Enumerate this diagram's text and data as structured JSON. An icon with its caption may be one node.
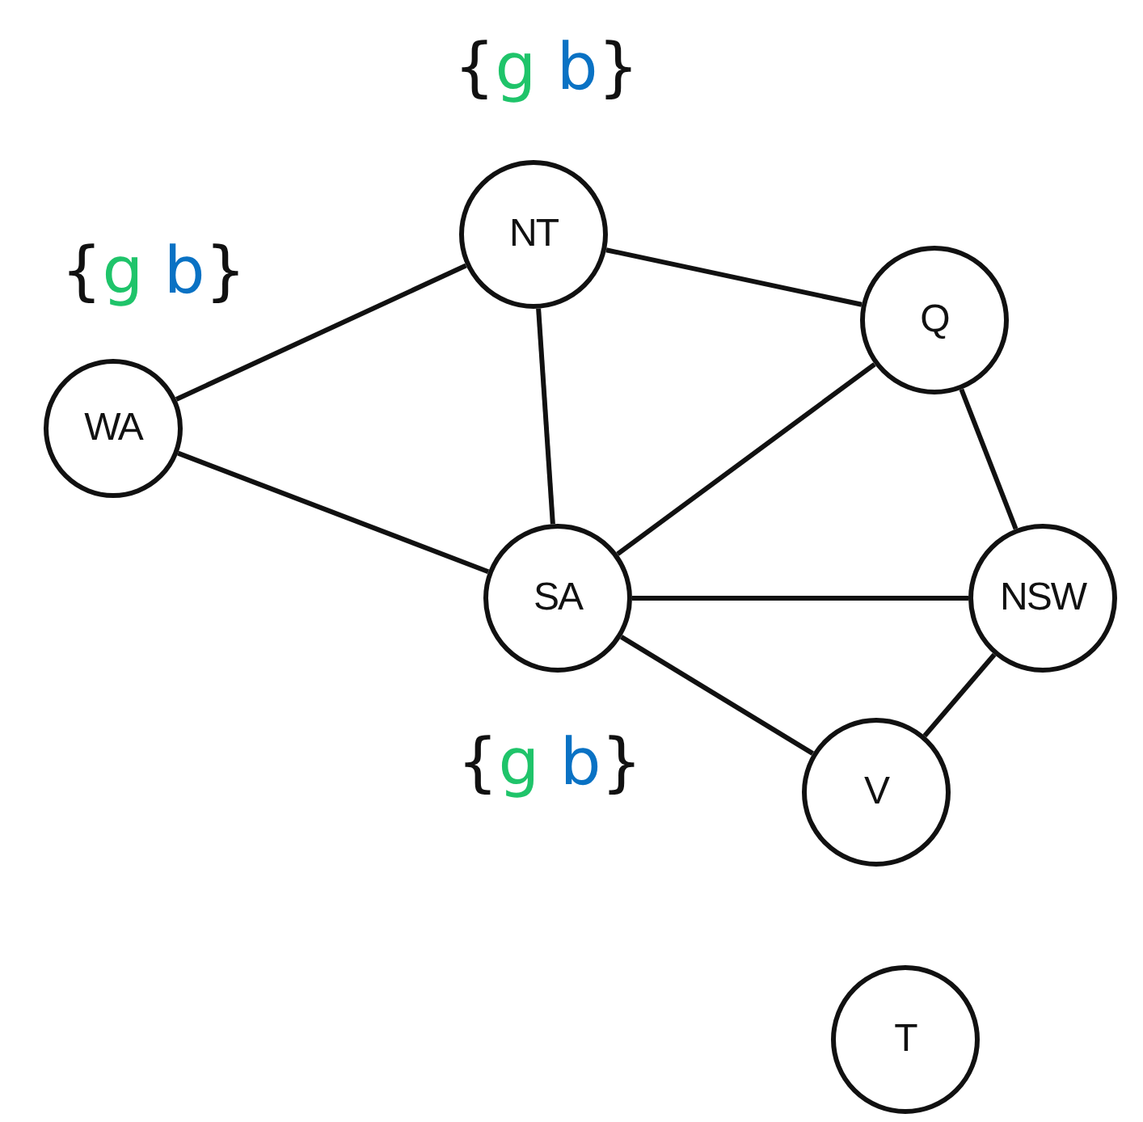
{
  "diagram": {
    "nodes": [
      {
        "text": [
          "NT"
        ],
        "beside": [
          "{g b}"
        ]
      },
      {
        "text": [
          "WA"
        ],
        "beside": [
          "{g b}"
        ]
      },
      {
        "text": [
          "Q"
        ]
      },
      {
        "text": [
          "SA"
        ],
        "beside": [
          "{g b}"
        ]
      },
      {
        "text": [
          "NSW"
        ]
      },
      {
        "text": [
          "V"
        ]
      },
      {
        "text": [
          "T"
        ]
      }
    ],
    "edges": [
      {
        "from": 1,
        "to": 0,
        "arrow": "none"
      },
      {
        "from": 0,
        "to": 2,
        "arrow": "none"
      },
      {
        "from": 0,
        "to": 3,
        "arrow": "none"
      },
      {
        "from": 1,
        "to": 3,
        "arrow": "none"
      },
      {
        "from": 3,
        "to": 2,
        "arrow": "none"
      },
      {
        "from": 3,
        "to": 4,
        "arrow": "none"
      },
      {
        "from": 3,
        "to": 5,
        "arrow": "none"
      },
      {
        "from": 2,
        "to": 4,
        "arrow": "none"
      },
      {
        "from": 4,
        "to": 5,
        "arrow": "none"
      }
    ]
  }
}
